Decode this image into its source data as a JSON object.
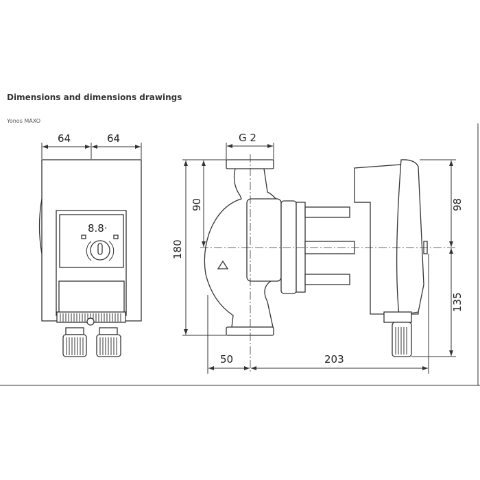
{
  "header": {
    "title": "Dimensions and dimensions drawings",
    "subtitle": "Yonos MAXO"
  },
  "front_view": {
    "dim_left": "64",
    "dim_right": "64",
    "display": "8.8·"
  },
  "side_view": {
    "connection": "G 2",
    "height_total": "180",
    "height_upper": "90",
    "head_upper": "98",
    "head_lower": "135",
    "offset": "50",
    "length": "203"
  }
}
